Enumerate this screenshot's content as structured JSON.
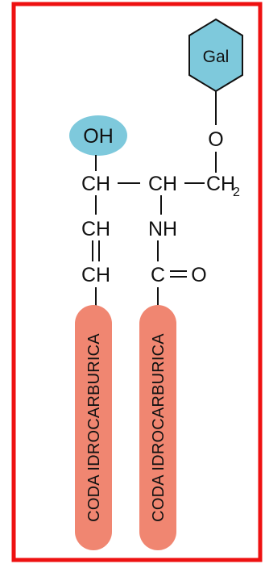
{
  "colors": {
    "frame": "#ee1111",
    "gal_fill": "#7ec9dc",
    "oh_fill": "#7ec9dc",
    "tail_fill": "#f08671",
    "line": "#111111"
  },
  "sugar": {
    "label": "Gal"
  },
  "atoms": {
    "ether_oxygen": "O",
    "hydroxyl": "OH",
    "carbon_1": "CH",
    "carbon_2": "CH",
    "methylene": "CH",
    "methylene_sub": "2",
    "amine": "NH",
    "alkene_carbon_1": "CH",
    "alkene_carbon_2": "CH",
    "carbonyl_carbon": "C",
    "carbonyl_oxygen": "O"
  },
  "tails": {
    "left": "CODA IDROCARBURICA",
    "right": "CODA IDROCARBURICA"
  }
}
